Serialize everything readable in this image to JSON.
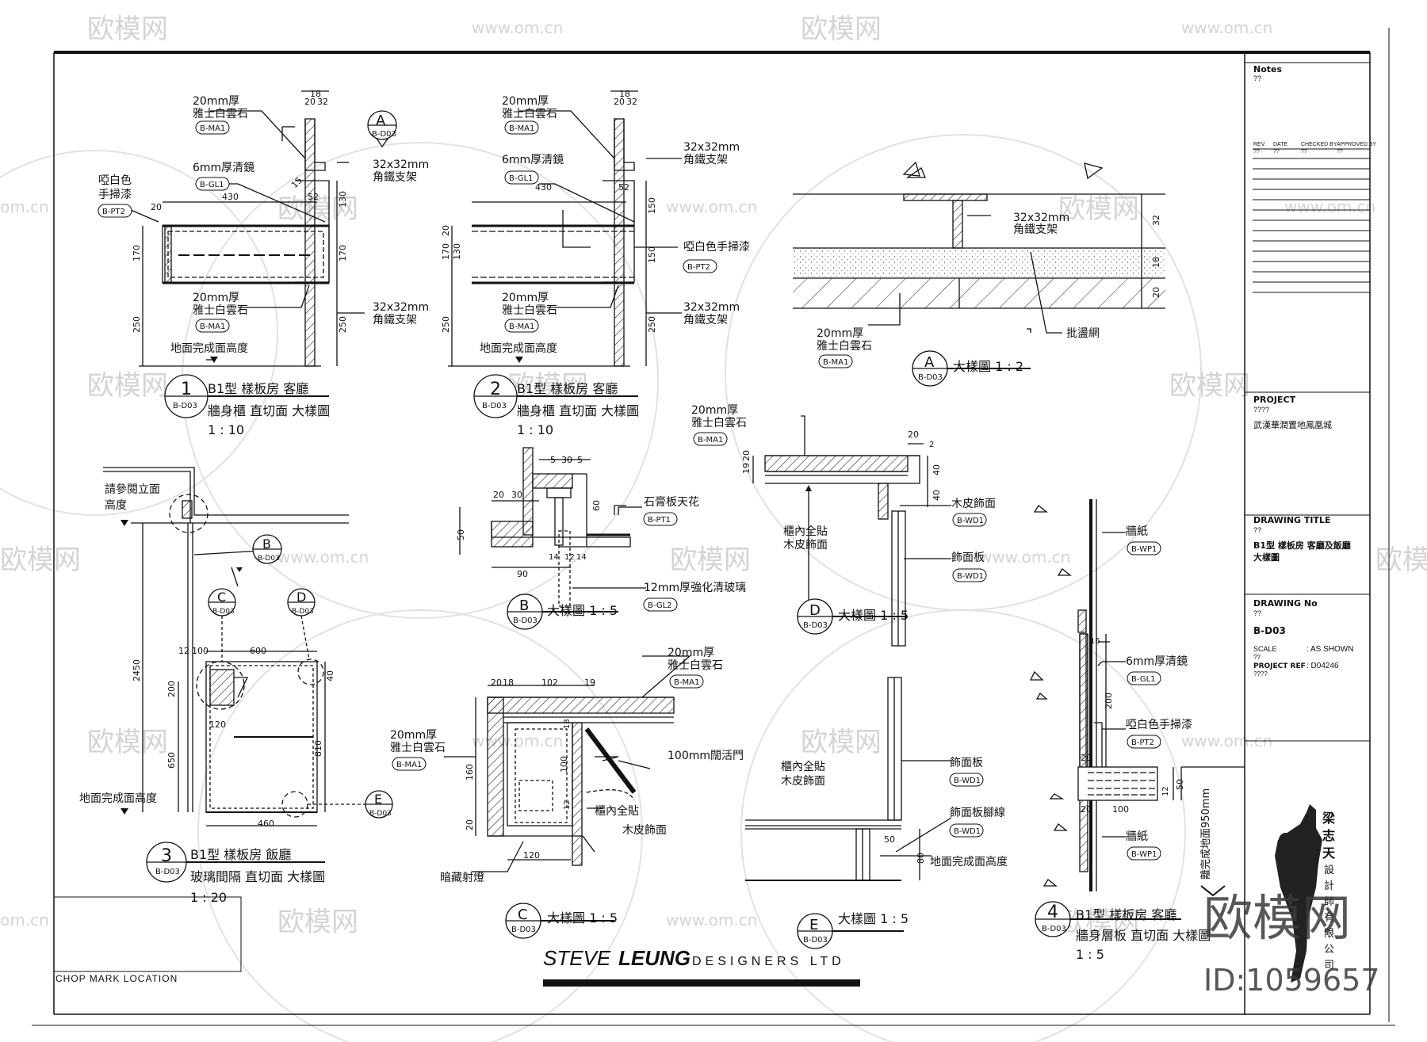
{
  "watermark": {
    "brand": "欧模网",
    "url": "www.om.cn",
    "url_short": "om.cn",
    "brand_large": "欧模网",
    "id_text": "ID:1059657"
  },
  "details": {
    "d1": {
      "num": "1",
      "ref": "B-D03",
      "title1": "B1型 樣板房 客廳",
      "title2": "牆身櫃 直切面 大樣圖",
      "scale": "1 : 10",
      "mat_marble": "20mm厚",
      "mat_marble2": "雅士白雲石",
      "tag_ma1": "B-MA1",
      "mirror": "6mm厚清鏡",
      "tag_gl1": "B-GL1",
      "paint1": "啞白色",
      "paint2": "手掃漆",
      "tag_pt2": "B-PT2",
      "bracket1": "32x32mm",
      "bracket2": "角鐵支架",
      "floor": "地面完成面高度",
      "marble_bottom1": "20mm厚",
      "marble_bottom2": "雅士白雲石",
      "tag_ma1b": "B-MA1",
      "bracket_b1": "32x32mm",
      "bracket_b2": "角鐵支架",
      "sec_letter": "A",
      "sec_ref": "B-D03",
      "dim_18": "18",
      "dim_20": "20",
      "dim_32": "32",
      "dim_430": "430",
      "dim_52": "52",
      "dim_130": "130",
      "dim_170": "170",
      "dim_250": "250",
      "dim_20b": "20",
      "dim_15": "15"
    },
    "d2": {
      "num": "2",
      "ref": "B-D03",
      "title1": "B1型 樣板房 客廳",
      "title2": "牆身櫃 直切面 大樣圖",
      "scale": "1 : 10",
      "mat_marble": "20mm厚",
      "mat_marble2": "雅士白雲石",
      "tag_ma1": "B-MA1",
      "mirror": "6mm厚清鏡",
      "tag_gl1": "B-GL1",
      "paint": "啞白色手掃漆",
      "tag_pt2": "B-PT2",
      "bracket1": "32x32mm",
      "bracket2": "角鐵支架",
      "bracket_b1": "32x32mm",
      "bracket_b2": "角鐵支架",
      "marble_bottom1": "20mm厚",
      "marble_bottom2": "雅士白雲石",
      "tag_ma1b": "B-MA1",
      "floor": "地面完成面高度",
      "dim_18": "18",
      "dim_20": "20",
      "dim_32": "32",
      "dim_430": "430",
      "dim_52": "52",
      "dim_150": "150",
      "dim_130": "130",
      "dim_170": "170",
      "dim_250": "250",
      "dim_20b": "20"
    },
    "dA": {
      "letter": "A",
      "ref": "B-D03",
      "title": "大樣圖 1 : 2",
      "bracket1": "32x32mm",
      "bracket2": "角鐵支架",
      "mesh": "批盪網",
      "marble1": "20mm厚",
      "marble2": "雅士白雲石",
      "tag": "B-MA1",
      "dim_32": "32",
      "dim_18": "18",
      "dim_20": "20"
    },
    "d3": {
      "num": "3",
      "ref": "B-D03",
      "title1": "B1型 樣板房 飯廳",
      "title2": "玻璃間隔 直切面 大樣圖",
      "scale": "1 : 20",
      "elev1": "請參閱立面",
      "elev2": "高度",
      "floor": "地面完成面高度",
      "cB": "B",
      "cC": "C",
      "cD": "D",
      "cE": "E",
      "cref": "B-D03",
      "dim_2450": "2450",
      "dim_200": "200",
      "dim_650": "650",
      "dim_810": "810",
      "dim_12": "12",
      "dim_100": "100",
      "dim_600": "600",
      "dim_120": "120",
      "dim_460": "460",
      "dim_40": "40"
    },
    "dB": {
      "letter": "B",
      "ref": "B-D03",
      "title": "大樣圖 1 : 5",
      "ceiling": "石膏板天花",
      "tag_pt1": "B-PT1",
      "glass": "12mm厚強化清玻璃",
      "tag_gl2": "B-GL2",
      "dim_5": "5",
      "dim_30": "30",
      "dim_30b": "30",
      "dim_20": "20",
      "dim_30c": "30",
      "dim_60": "60",
      "dim_50": "50",
      "dim_90": "90",
      "dim_14": "14",
      "dim_12": "12"
    },
    "dD": {
      "letter": "D",
      "ref": "B-D03",
      "title": "大樣圖 1 : 5",
      "marble1": "20mm厚",
      "marble2": "雅士白雲石",
      "tag": "B-MA1",
      "veneer_edge": "木皮飾面",
      "tag_wd1": "B-WD1",
      "inner1": "櫃內全貼",
      "inner2": "木皮飾面",
      "panel": "飾面板",
      "tag_wd1b": "B-WD1",
      "dim_19": "19",
      "dim_20": "20",
      "dim_20b": "20",
      "dim_40": "40",
      "dim_40b": "40",
      "dim_2": "2"
    },
    "dC": {
      "letter": "C",
      "ref": "B-D03",
      "title": "大樣圖 1 : 5",
      "marble1": "20mm厚",
      "marble2": "雅士白雲石",
      "tag": "B-MA1",
      "marble_l1": "20mm厚",
      "marble_l2": "雅士白雲石",
      "tag_l": "B-MA1",
      "door": "100mm闊活門",
      "inner1": "櫃內全貼",
      "inner2": "木皮飾面",
      "light": "暗藏射燈",
      "dim_20": "20",
      "dim_18": "18",
      "dim_102": "102",
      "dim_19": "19",
      "dim_160": "160",
      "dim_100": "100",
      "dim_120": "120",
      "dim_18b": "18",
      "dim_12": "12",
      "dim_20b": "20"
    },
    "dE": {
      "letter": "E",
      "ref": "B-D03",
      "title": "大樣圖 1 : 5",
      "inner1": "櫃內全貼",
      "inner2": "木皮飾面",
      "panel": "飾面板",
      "tag_wd1": "B-WD1",
      "skirting": "飾面板腳線",
      "tag_wd1b": "B-WD1",
      "floor": "地面完成面高度",
      "dim_50": "50",
      "dim_80": "80"
    },
    "d4": {
      "num": "4",
      "ref": "B-D03",
      "title1": "B1型 樣板房 客廳",
      "title2": "牆身層板 直切面 大樣圖",
      "scale": "1 : 5",
      "wallpaper": "牆紙",
      "tag_wp1": "B-WP1",
      "mirror": "6mm厚清鏡",
      "tag_gl1": "B-GL1",
      "paint": "啞白色手掃漆",
      "tag_pt2": "B-PT2",
      "wallpaper_b": "牆紙",
      "tag_wp1b": "B-WP1",
      "height": "離完成地面950mm",
      "dim_16": "16",
      "dim_200": "200",
      "dim_50": "50",
      "dim_12": "12",
      "dim_100": "100",
      "dim_20": "20",
      "dim_20b": "20"
    }
  },
  "title_block": {
    "notes_h": "Notes",
    "notes_v": "??",
    "rev": "REV.",
    "date": "DATE",
    "checked": "CHECKED BY",
    "approved": "APPROVED BY",
    "rev_v": "??",
    "date_v": "??",
    "checked_v": "??",
    "approved_v": "??",
    "project_h": "PROJECT",
    "project_v": "????",
    "project_name": "武漢華潤置地鳳凰城",
    "dtitle_h": "DRAWING  TITLE",
    "dtitle_v": "??",
    "dtitle1": "B1型 樣板房 客廳及飯廳",
    "dtitle2": "大樣圖",
    "dno_h": "DRAWING No",
    "dno_v": "??",
    "dno": "B-D03",
    "scale_l": "SCALE",
    "scale_v": ": AS SHOWN",
    "scale_q": "??",
    "pref_l": "PROJECT REF",
    "pref_v": ": D04246",
    "pref_q": "????",
    "firm_chars": [
      "梁",
      "志",
      "天",
      "設",
      "計",
      "師",
      "有",
      "限",
      "公",
      "司"
    ]
  },
  "footer": {
    "steve": "STEVE",
    "leung": "LEUNG",
    "designers": "DESIGNERS LTD",
    "chop": "CHOP  MARK  LOCATION"
  }
}
